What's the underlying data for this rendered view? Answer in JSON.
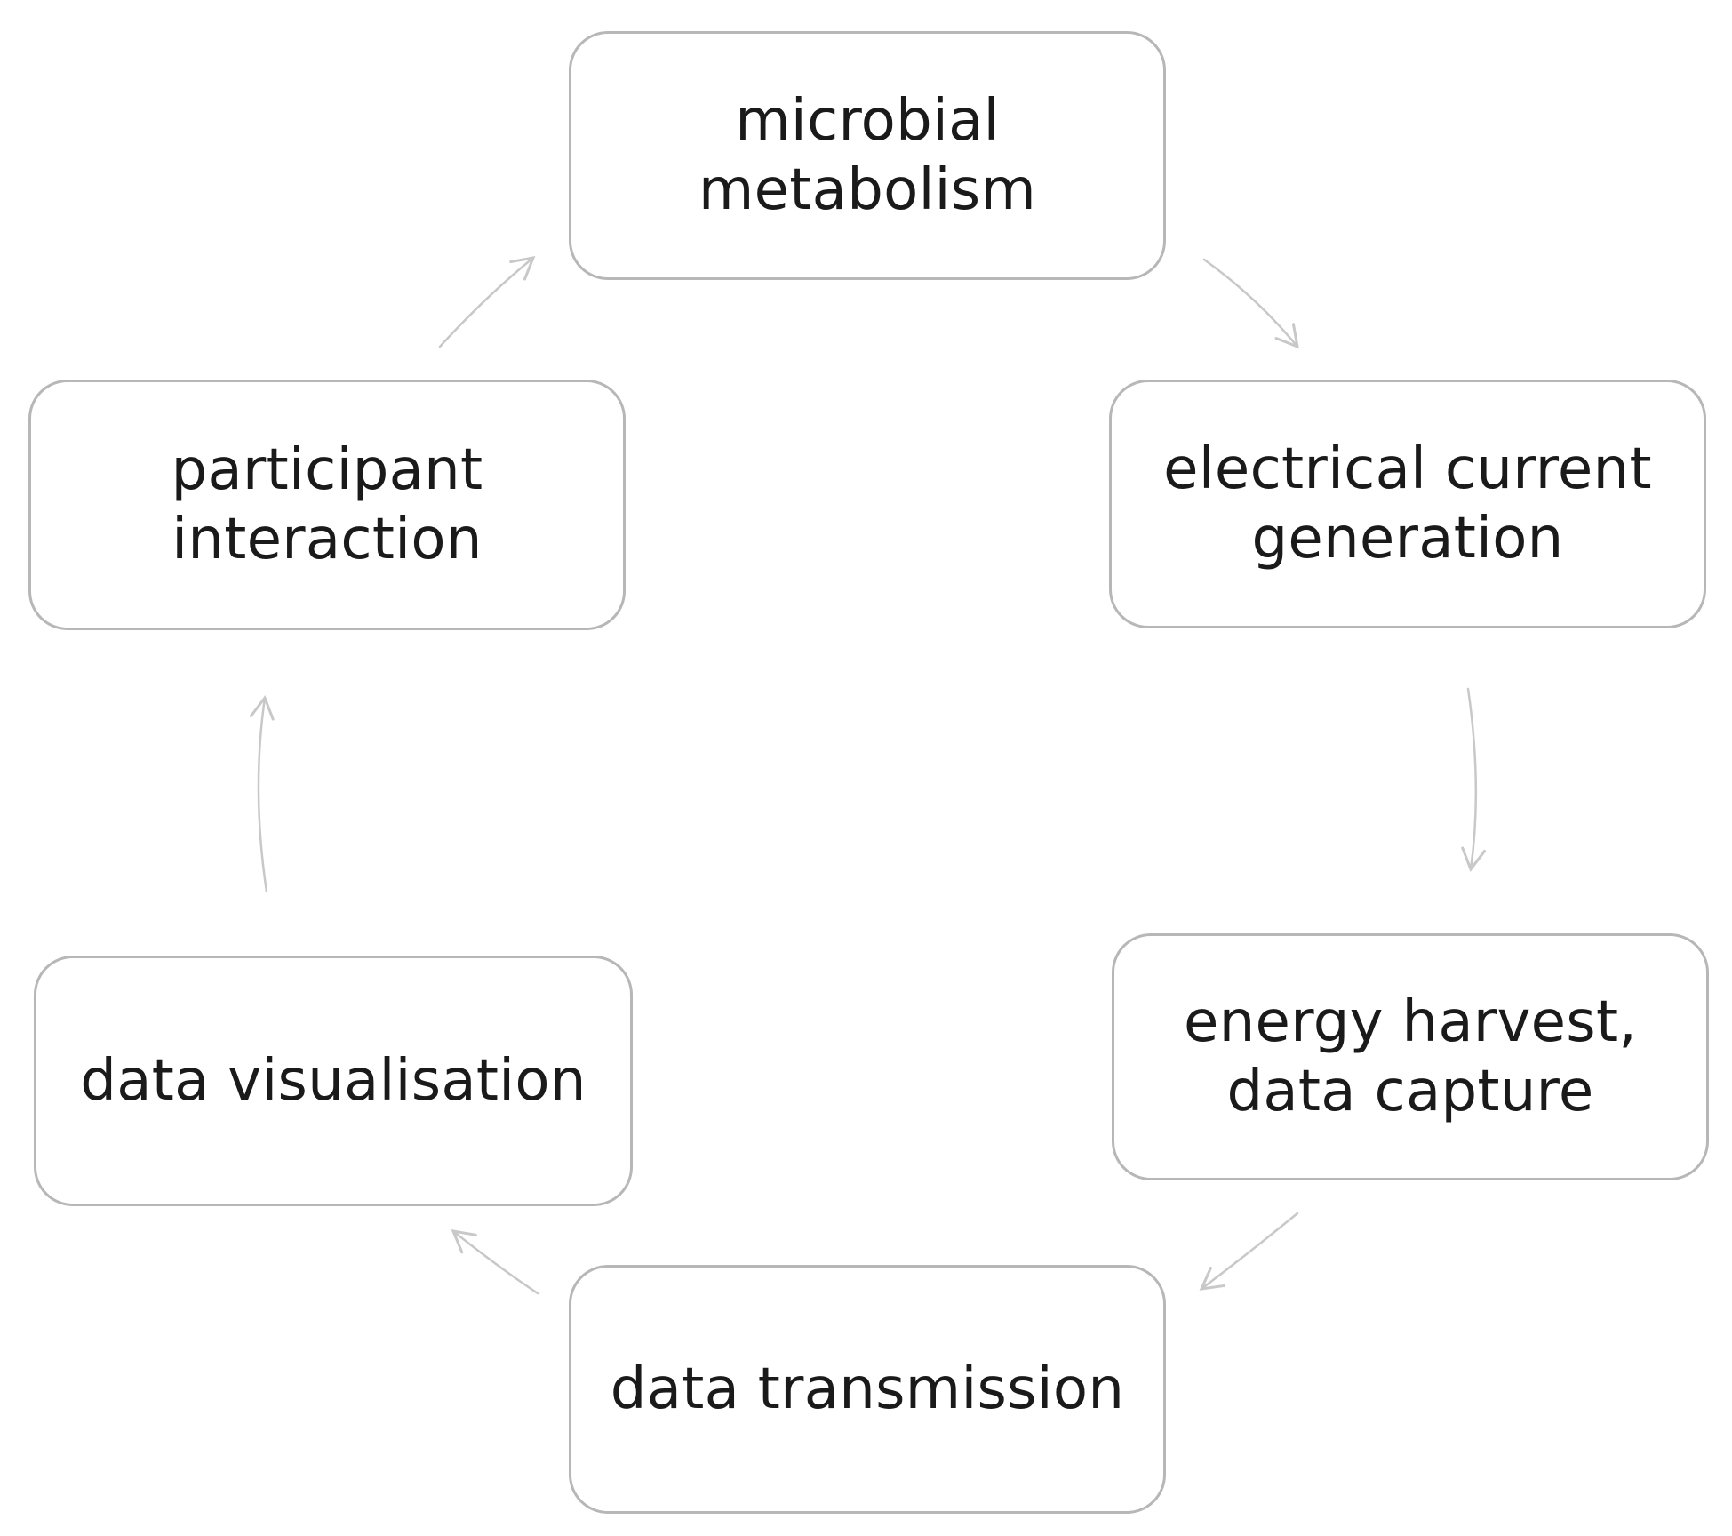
{
  "diagram": {
    "nodes": {
      "microbial": "microbial\nmetabolism",
      "electrical": "electrical current\ngeneration",
      "energy": "energy harvest,\ndata capture",
      "transmission": "data transmission",
      "visual": "data visualisation",
      "participant": "participant\ninteraction"
    },
    "colors": {
      "box_border": "#b7b7b7",
      "arrow": "#c8c8c8",
      "text": "#1a1a1a"
    }
  }
}
